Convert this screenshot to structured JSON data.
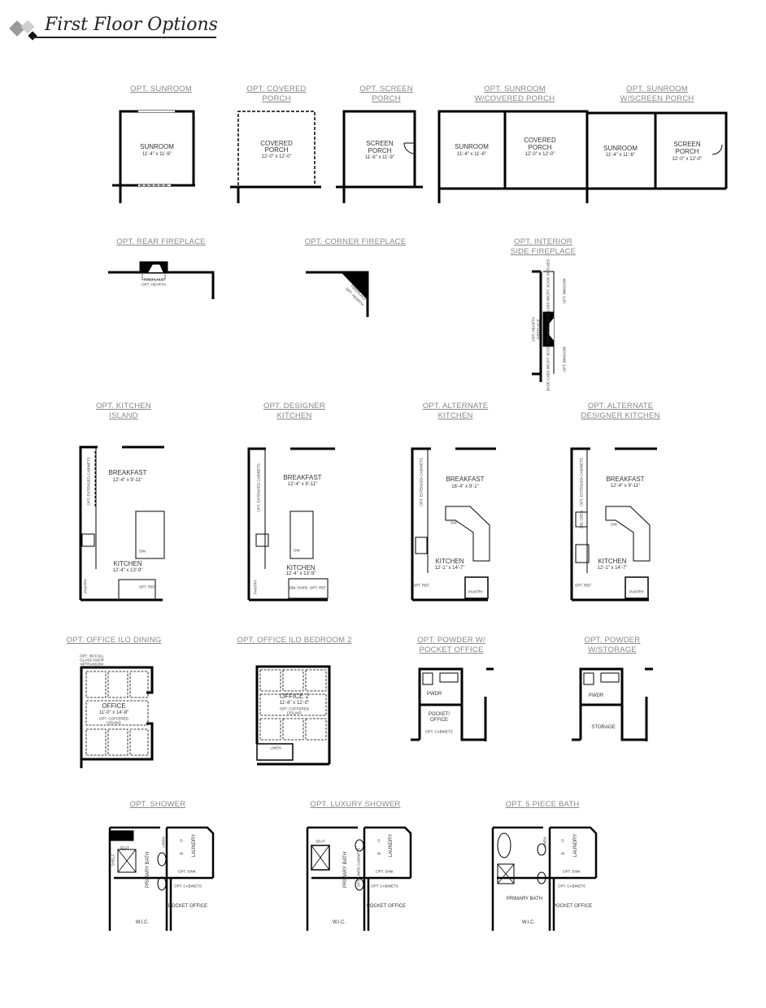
{
  "title": "First Floor Options",
  "options": [
    {
      "label": "OPT. SUNROOM",
      "rooms": [
        "SUNROOM",
        "11'-4\" x 11'-6\""
      ]
    },
    {
      "label": "OPT. COVERED\nPORCH",
      "rooms": [
        "COVERED",
        "PORCH",
        "12'-0\" x 12'-0\""
      ]
    },
    {
      "label": "OPT. SCREEN\nPORCH",
      "rooms": [
        "SCREEN",
        "PORCH",
        "11'-6\" x 11'-9\""
      ]
    },
    {
      "label": "OPT. SUNROOM\nW/COVERED PORCH",
      "rooms": [
        "SUNROOM",
        "11'-4\" x 11'-6\"",
        "COVERED",
        "PORCH",
        "12'-0\" x 12'-0\""
      ]
    },
    {
      "label": "OPT. SUNROOM\nW/SCREEN PORCH",
      "rooms": [
        "SUNROOM",
        "11'-4\" x 11'-6\"",
        "SCREEN",
        "PORCH",
        "12'-0\" x 12'-0\""
      ]
    },
    {
      "label": "OPT. REAR FIREPLACE",
      "rooms": [
        "FIREPLACE",
        "OPT. HEARTH"
      ]
    },
    {
      "label": "OPT. CORNER FIREPLACE",
      "rooms": [
        "FIREPLACE",
        "OPT. HEARTH"
      ]
    },
    {
      "label": "OPT. INTERIOR\nSIDE FIREPLACE",
      "rooms": [
        "BASE CABS W/OPT. BOOK SHELVES",
        "OPT. WINDOW",
        "OPT. HEARTH",
        "FIREPLACE",
        "BASE CABS W/OPT. BOOK SHELVES",
        "OPT. WINDOW"
      ]
    },
    {
      "label": "OPT. KITCHEN\nISLAND",
      "rooms": [
        "BREAKFAST",
        "12'-4\" x 9'-11\"",
        "KITCHEN",
        "12'-4\" x 13'-9\"",
        "OPT. EXTENDED CABINETS",
        "DW",
        "PANTRY",
        "OPT. REF"
      ]
    },
    {
      "label": "OPT. DESIGNER\nKITCHEN",
      "rooms": [
        "BREAKFAST",
        "12'-4\" x 9'-11\"",
        "KITCHEN",
        "12'-4\" x 13'-9\"",
        "OPT. EXTENDED CABINETS",
        "DW",
        "PANTRY",
        "DBL OVEN",
        "OPT. REF"
      ]
    },
    {
      "label": "OPT. ALTERNATE\nKITCHEN",
      "rooms": [
        "BREAKFAST",
        "16'-4\" x 9'-1\"",
        "KITCHEN",
        "12'-1\" x 14'-7\"",
        "OPT. EXTENDED CABINETS",
        "DW",
        "OPT. REF",
        "PANTRY"
      ]
    },
    {
      "label": "OPT. ALTERNATE\nDESIGNER KITCHEN",
      "rooms": [
        "BREAKFAST",
        "12'-4\" x 9'-11\"",
        "KITCHEN",
        "12'-1\" x 14'-7\"",
        "OPT. EXTENDED CABINETS",
        "DW",
        "DBL OVEN",
        "OPT. REF",
        "PANTRY"
      ]
    },
    {
      "label": "OPT. OFFICE ILO DINING",
      "rooms": [
        "OPT. 3/0 FULL\nGLASS DOOR\nW/TRANSOM",
        "OFFICE",
        "11'-0\" x 14'-8\"",
        "OPT. COFFERED",
        "CEILING"
      ]
    },
    {
      "label": "OPT. OFFICE ILO BEDROOM 2",
      "rooms": [
        "OFFICE 2",
        "11'-8\" x 12'-0\"",
        "OPT. COFFERED",
        "CEILING",
        "LINEN"
      ]
    },
    {
      "label": "OPT. POWDER W/\nPOCKET OFFICE",
      "rooms": [
        "PWDR",
        "POCKET/",
        "OFFICE",
        "OPT. CABINETS"
      ]
    },
    {
      "label": "OPT. POWDER\nW/STORAGE",
      "rooms": [
        "PWDR",
        "STORAGE"
      ]
    },
    {
      "label": "OPT. SHOWER",
      "rooms": [
        "SEAT",
        "SHELF",
        "PRIMARY BATH",
        "LINEN",
        "D",
        "W",
        "LAUNDRY",
        "OPT. SINK",
        "OPT. CABINETS",
        "POCKET OFFICE",
        "W.I.C."
      ]
    },
    {
      "label": "OPT. LUXURY SHOWER",
      "rooms": [
        "SEAT",
        "PRIMARY BATH",
        "OPT. LINEN CABINETS",
        "D",
        "W",
        "LAUNDRY",
        "OPT. SINK",
        "OPT. CABINETS",
        "POCKET OFFICE",
        "W.I.C."
      ]
    },
    {
      "label": "OPT. 5 PIECE BATH",
      "rooms": [
        "LINEN",
        "D",
        "W",
        "LAUNDRY",
        "OPT. SINK",
        "OPT. CABINETS",
        "POCKET OFFICE",
        "PRIMARY BATH",
        "W.I.C."
      ]
    }
  ],
  "colors": {
    "label": "#888888",
    "wall": "#000000",
    "text": "#333333"
  }
}
